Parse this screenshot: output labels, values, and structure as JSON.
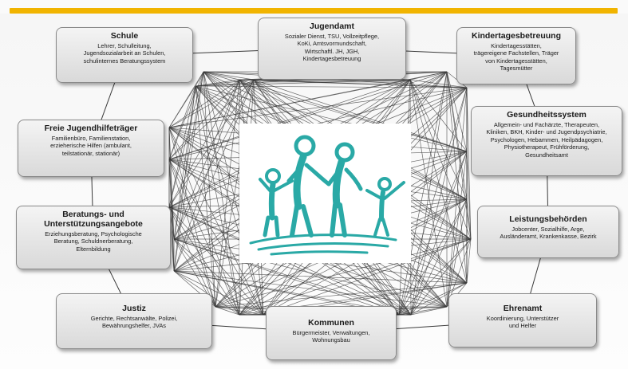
{
  "nodes": {
    "schule": {
      "title": "Schule",
      "desc": "Lehrer, Schulleitung,\nJugendsozialarbeit an Schulen,\nschulinternes Beratungssystem"
    },
    "jugendamt": {
      "title": "Jugendamt",
      "desc": "Sozialer Dienst, TSU, Vollzeitpflege,\nKoKi, Amtsvormundschaft,\nWirtschaftl. JH, JGH,\nKindertagesbetreuung"
    },
    "kita": {
      "title": "Kindertagesbetreuung",
      "desc": "Kindertagesstätten,\nträgereigene Fachstellen, Träger\nvon Kindertagesstätten,\nTagesmütter"
    },
    "freie": {
      "title": "Freie Jugendhilfeträger",
      "desc": "Familienbüro, Familienstation,\nerzieherische Hilfen (ambulant,\nteilstationär, stationär)"
    },
    "gesundheit": {
      "title": "Gesundheitssystem",
      "desc": "Allgemein- und Fachärzte, Therapeuten,\nKliniken, BKH, Kinder- und Jugendpsychiatrie,\nPsychologen, Hebammen, Heilpädagogen,\nPhysiotherapeut, Frühförderung,\nGesundheitsamt"
    },
    "beratung": {
      "title": "Beratungs- und\nUnterstützungsangebote",
      "desc": "Erziehungsberatung, Psychologische\nBeratung, Schuldnerberatung,\nElternbildung"
    },
    "leistung": {
      "title": "Leistungsbehörden",
      "desc": "Jobcenter, Sozialhilfe, Arge,\nAusländeramt, Krankenkasse, Bezirk"
    },
    "justiz": {
      "title": "Justiz",
      "desc": "Gerichte, Rechtsanwälte, Polizei,\nBewährungshelfer, JVAs"
    },
    "kommunen": {
      "title": "Kommunen",
      "desc": "Bürgermeister, Verwaltungen,\nWohnungsbau"
    },
    "ehrenamt": {
      "title": "Ehrenamt",
      "desc": "Koordinierung, Unterstützer\nund Helfer"
    }
  },
  "colors": {
    "accent_bar": "#f1b400",
    "family_logo": "#2aa9a6",
    "line": "#3a3a3a"
  },
  "icons": {
    "center": "family-icon"
  }
}
